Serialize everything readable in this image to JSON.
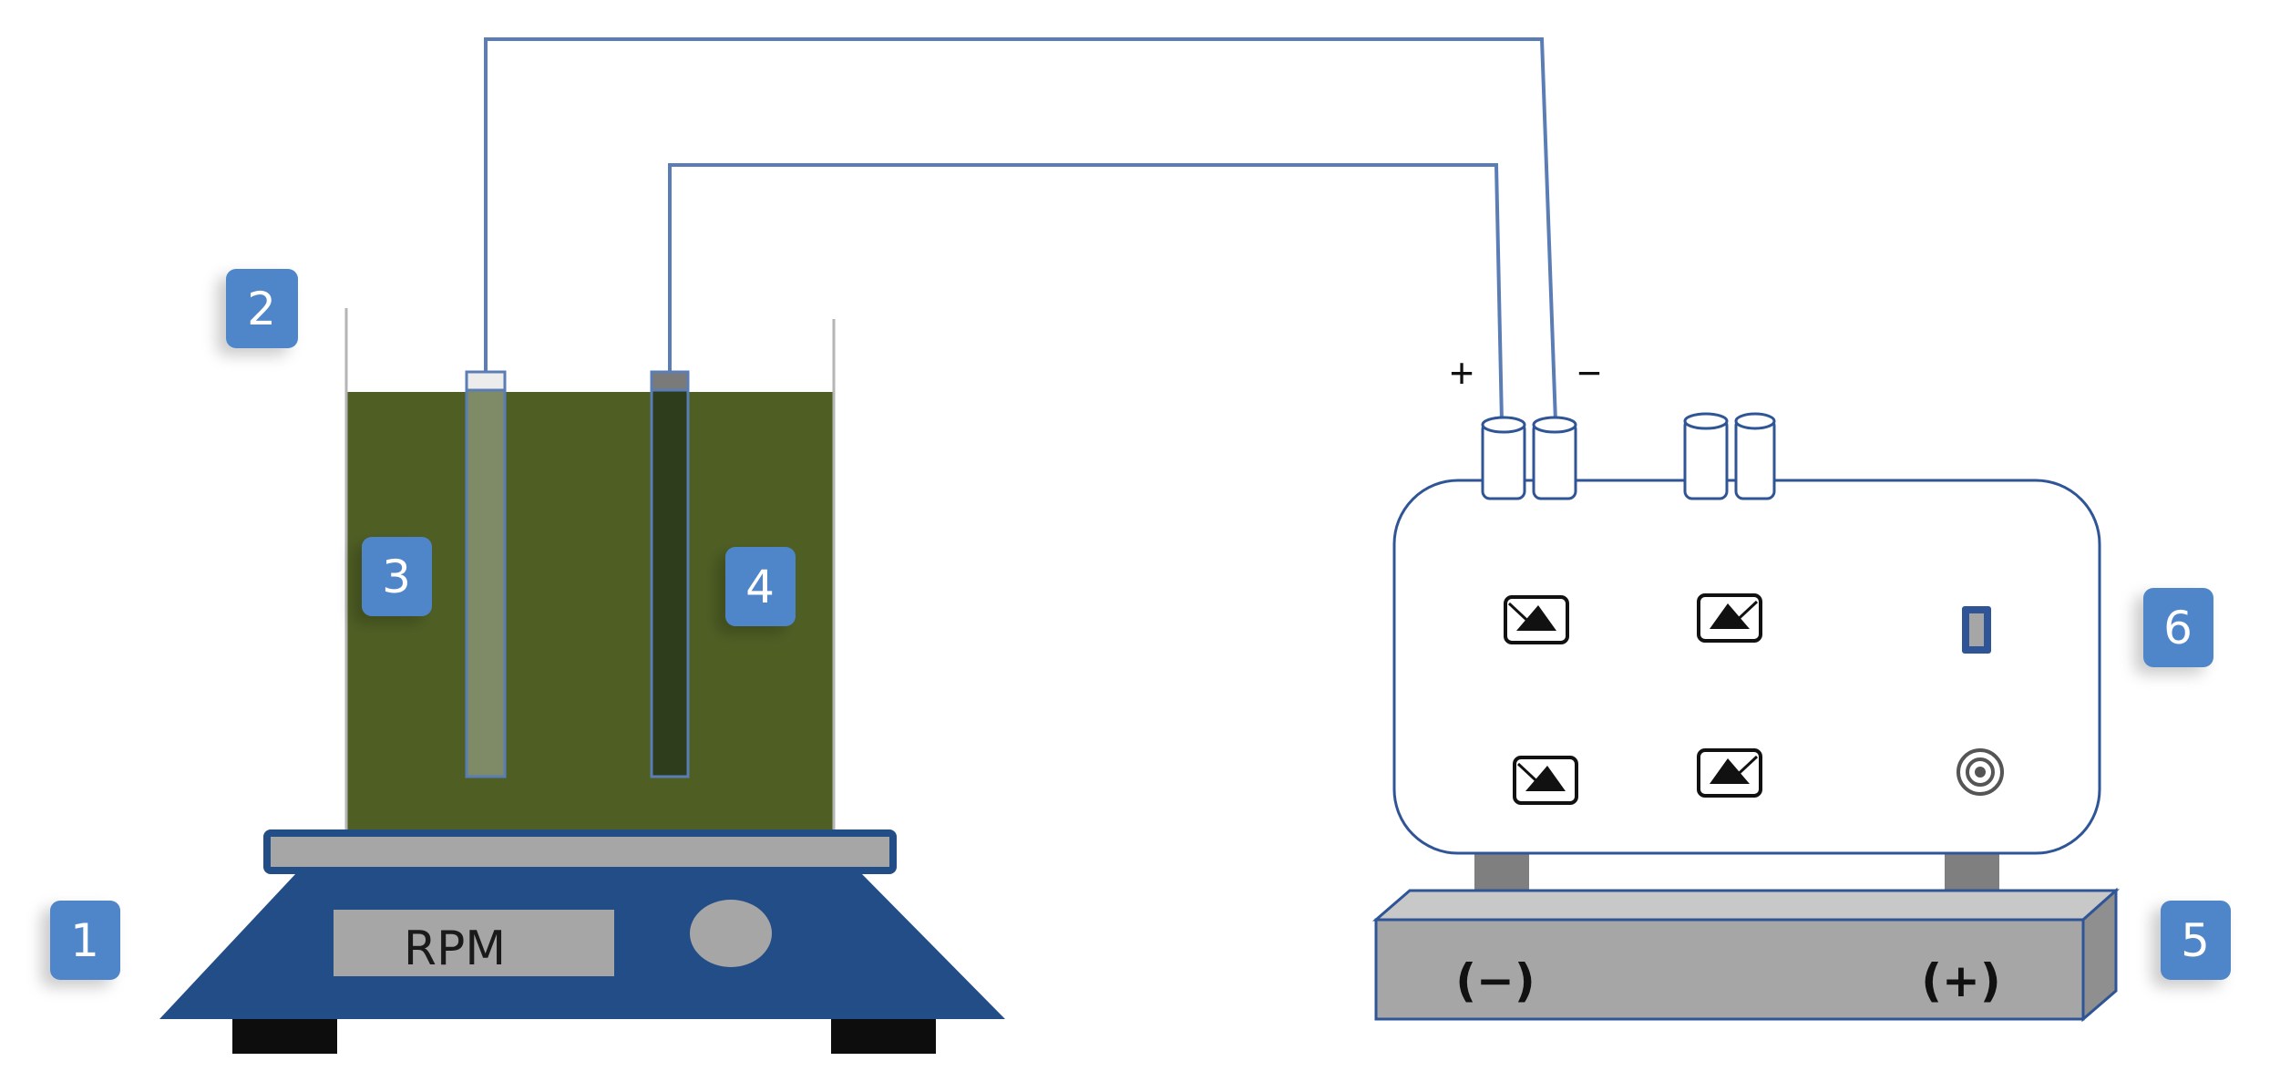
{
  "stirrer": {
    "display_label": "RPM"
  },
  "power_supply": {
    "positive_terminal": "+",
    "negative_terminal": "−"
  },
  "base": {
    "left_polarity": "(−)",
    "right_polarity": "(+)"
  },
  "badges": {
    "b1": "1",
    "b2": "2",
    "b3": "3",
    "b4": "4",
    "b5": "5",
    "b6": "6"
  },
  "colors": {
    "badge": "#4f86c9",
    "wire": "#5b7db5",
    "solution": "#4f5f24",
    "stirrer_body": "#234d86",
    "panel_gray": "#a6a6a6",
    "power_supply_outline": "#2f5597"
  }
}
